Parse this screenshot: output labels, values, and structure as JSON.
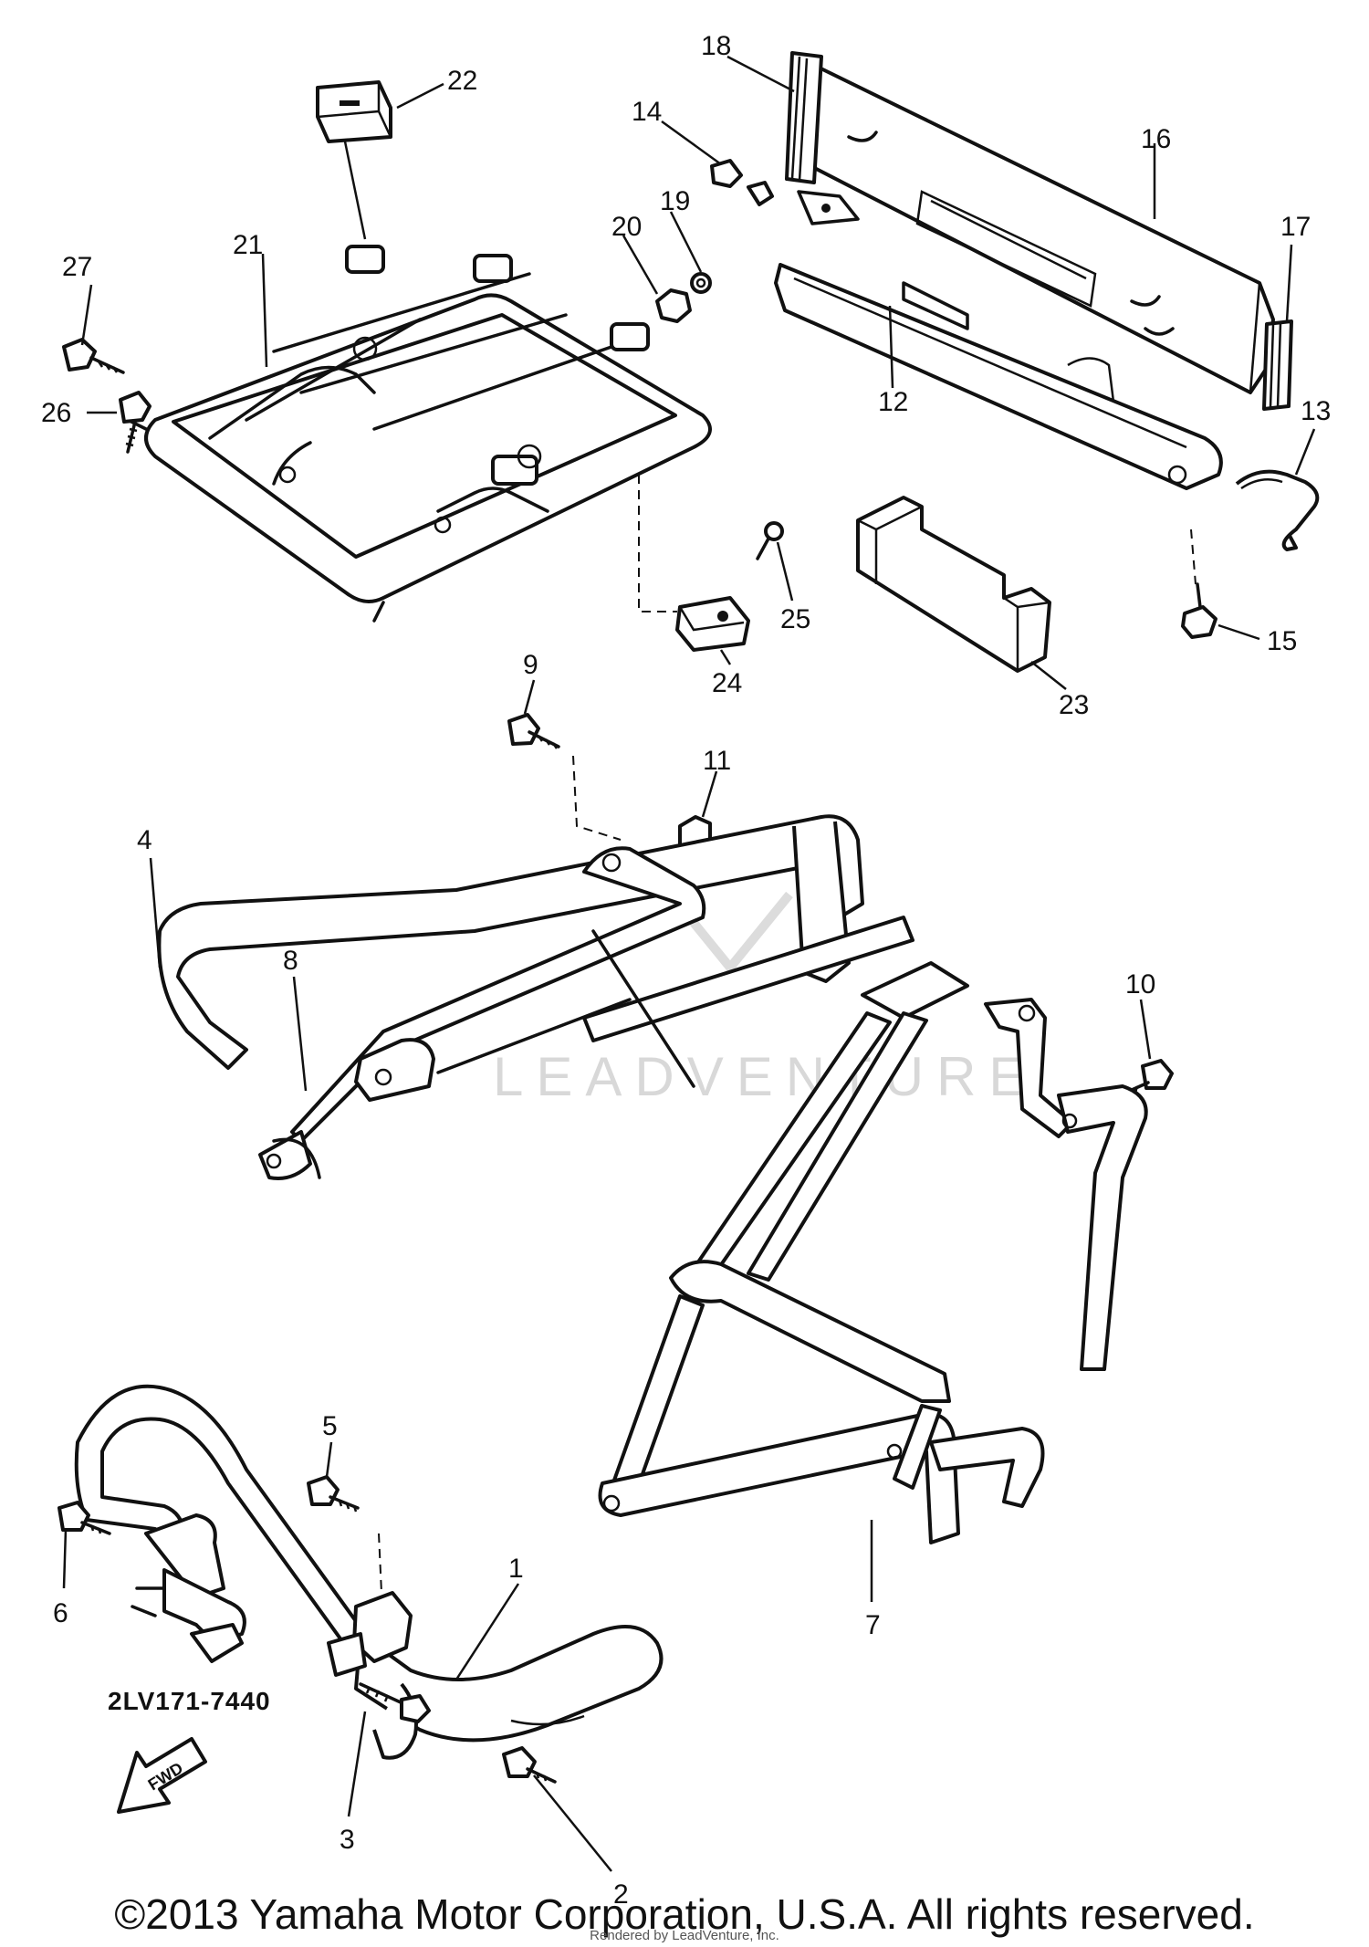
{
  "diagram": {
    "code": "2LV171-7440",
    "copyright": "©2013 Yamaha Motor Corporation, U.S.A. All rights reserved.",
    "render_credit": "Rendered by LeadVenture, Inc.",
    "watermark": "LEADVENTURE",
    "fwd_label": "FWD"
  },
  "callouts": {
    "c1": "1",
    "c2": "2",
    "c3": "3",
    "c4": "4",
    "c5": "5",
    "c6": "6",
    "c7": "7",
    "c8": "8",
    "c9": "9",
    "c10": "10",
    "c11": "11",
    "c12": "12",
    "c13": "13",
    "c14": "14",
    "c15": "15",
    "c16": "16",
    "c17": "17",
    "c18": "18",
    "c19": "19",
    "c20": "20",
    "c21": "21",
    "c22": "22",
    "c23": "23",
    "c24": "24",
    "c25": "25",
    "c26": "26",
    "c27": "27"
  }
}
